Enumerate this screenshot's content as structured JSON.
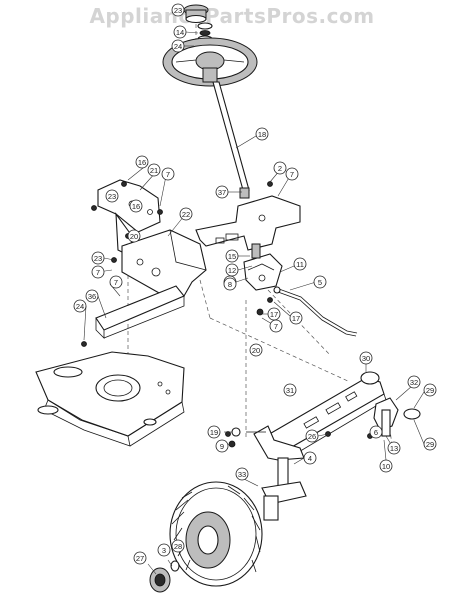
{
  "watermark": "AppliancePartsPros.com",
  "callouts": [
    "23",
    "14",
    "24",
    "18",
    "16",
    "21",
    "7",
    "37",
    "2",
    "7",
    "22",
    "15",
    "12",
    "8",
    "11",
    "5",
    "23",
    "7",
    "24",
    "36",
    "7",
    "17",
    "17",
    "7",
    "30",
    "31",
    "32",
    "29",
    "19",
    "9",
    "26",
    "6",
    "13",
    "10",
    "29",
    "4",
    "33",
    "20",
    "27",
    "3",
    "28",
    "16",
    "20",
    "23",
    "8"
  ]
}
